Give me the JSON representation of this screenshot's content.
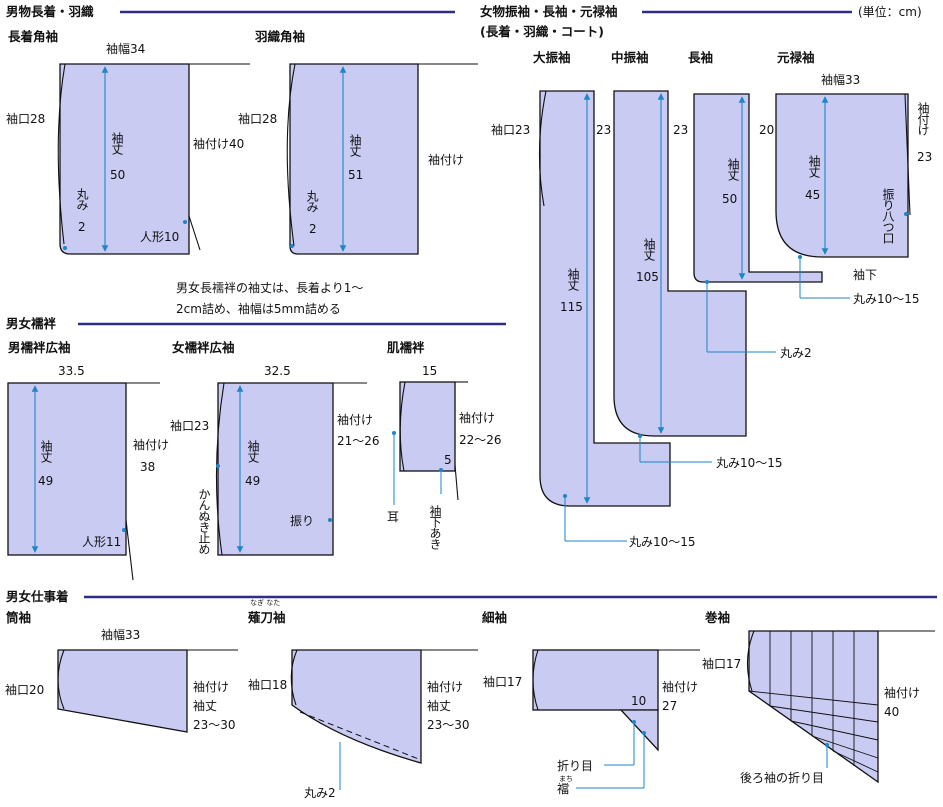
{
  "sections": {
    "mens": "男物長着・羽織",
    "womens": "女物振袖・長袖・元禄袖",
    "womens_sub": "(長着・羽織・コート)",
    "unit": "(単位：cm)",
    "juban": "男女襦袢",
    "work": "男女仕事着"
  },
  "mens": {
    "nagagi": {
      "title": "長着角袖",
      "width": "袖幅34",
      "cuff": "袖口28",
      "attach": "袖付け40",
      "length_label": "袖丈",
      "length": "50",
      "round_label": "丸み",
      "round": "2",
      "ningyo": "人形10"
    },
    "haori": {
      "title": "羽織角袖",
      "cuff": "袖口28",
      "attach": "袖付け",
      "length_label": "袖丈",
      "length": "51",
      "round_label": "丸み",
      "round": "2"
    },
    "note1": "男女長襦袢の袖丈は、長着より1～",
    "note2": "2cm詰め、袖幅は5mm詰める"
  },
  "womens": {
    "ofurisode": {
      "title": "大振袖",
      "cuff": "袖口23",
      "length_label": "袖丈",
      "length": "115",
      "round": "丸み10～15"
    },
    "chufurisode": {
      "title": "中振袖",
      "cuff": "23",
      "length_label": "袖丈",
      "length": "105",
      "round": "丸み10～15"
    },
    "nagasode": {
      "title": "長袖",
      "cuff": "23",
      "length_label": "袖丈",
      "length": "50",
      "round": "丸み2"
    },
    "genroku": {
      "title": "元禄袖",
      "width": "袖幅33",
      "cuff": "20",
      "attach": "袖付け",
      "attach_val": "23",
      "length_label": "袖丈",
      "length": "45",
      "furi": "振り八つ口",
      "sodeshita": "袖下",
      "round": "丸み10～15"
    }
  },
  "juban": {
    "men": {
      "title": "男襦袢広袖",
      "width": "33.5",
      "attach": "袖付け",
      "attach_val": "38",
      "length_label": "袖丈",
      "length": "49",
      "ningyo": "人形11"
    },
    "women": {
      "title": "女襦袢広袖",
      "width": "32.5",
      "cuff": "袖口23",
      "attach": "袖付け",
      "attach_val": "21～26",
      "length_label": "袖丈",
      "length": "49",
      "kannuki": "かんぬき止め",
      "furi": "振り"
    },
    "hada": {
      "title": "肌襦袢",
      "width": "15",
      "attach": "袖付け",
      "attach_val": "22～26",
      "mimi": "耳",
      "small": "5",
      "sodeshita": "袖下あき"
    }
  },
  "work": {
    "tsutsu": {
      "title": "筒袖",
      "width": "袖幅33",
      "cuff": "袖口20",
      "attach": "袖付け",
      "length_label": "袖丈",
      "length": "23～30"
    },
    "natta": {
      "ruby": "なぎ なた",
      "title": "薙刀袖",
      "cuff": "袖口18",
      "attach": "袖付け",
      "length_label": "袖丈",
      "length": "23～30",
      "round": "丸み2"
    },
    "hoso": {
      "title": "細袖",
      "cuff": "袖口17",
      "attach": "袖付け",
      "attach_val": "27",
      "val10": "10",
      "fold": "折り目",
      "machi_ruby": "まち",
      "machi": "襠"
    },
    "maki": {
      "title": "巻袖",
      "cuff": "袖口17",
      "attach": "袖付け",
      "attach_val": "40",
      "back_fold": "後ろ袖の折り目"
    }
  },
  "colors": {
    "fill": "#c9cbf3",
    "rule": "#2e2e86",
    "arrow": "#1d86c9",
    "line": "#111111"
  }
}
